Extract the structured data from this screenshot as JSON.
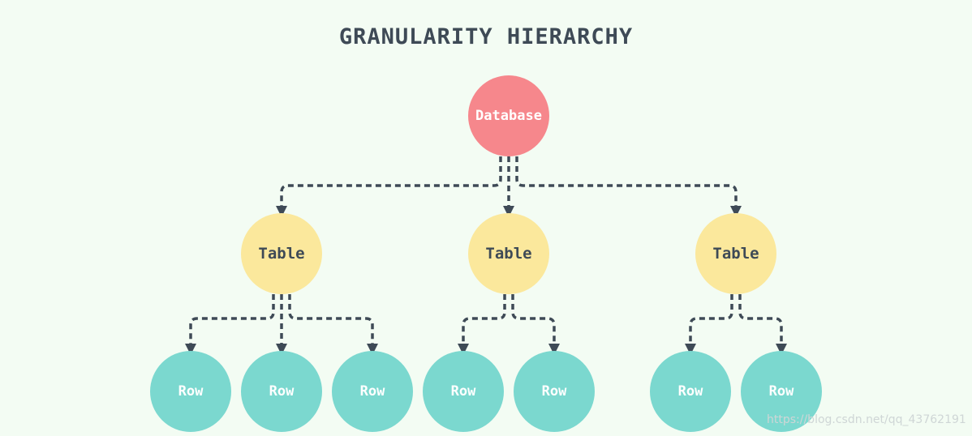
{
  "title": "GRANULARITY HIERARCHY",
  "colors": {
    "background": "#f3fcf3",
    "line": "#3e4a56",
    "database": "#f6878c",
    "table": "#fbe89c",
    "row": "#7bd8cf"
  },
  "root": {
    "label": "Database",
    "type": "database",
    "children": [
      {
        "label": "Table",
        "type": "table",
        "children": [
          {
            "label": "Row",
            "type": "row"
          },
          {
            "label": "Row",
            "type": "row"
          },
          {
            "label": "Row",
            "type": "row"
          }
        ]
      },
      {
        "label": "Table",
        "type": "table",
        "children": [
          {
            "label": "Row",
            "type": "row"
          },
          {
            "label": "Row",
            "type": "row"
          }
        ]
      },
      {
        "label": "Table",
        "type": "table",
        "children": [
          {
            "label": "Row",
            "type": "row"
          },
          {
            "label": "Row",
            "type": "row"
          }
        ]
      }
    ]
  },
  "watermark": "https://blog.csdn.net/qq_43762191"
}
